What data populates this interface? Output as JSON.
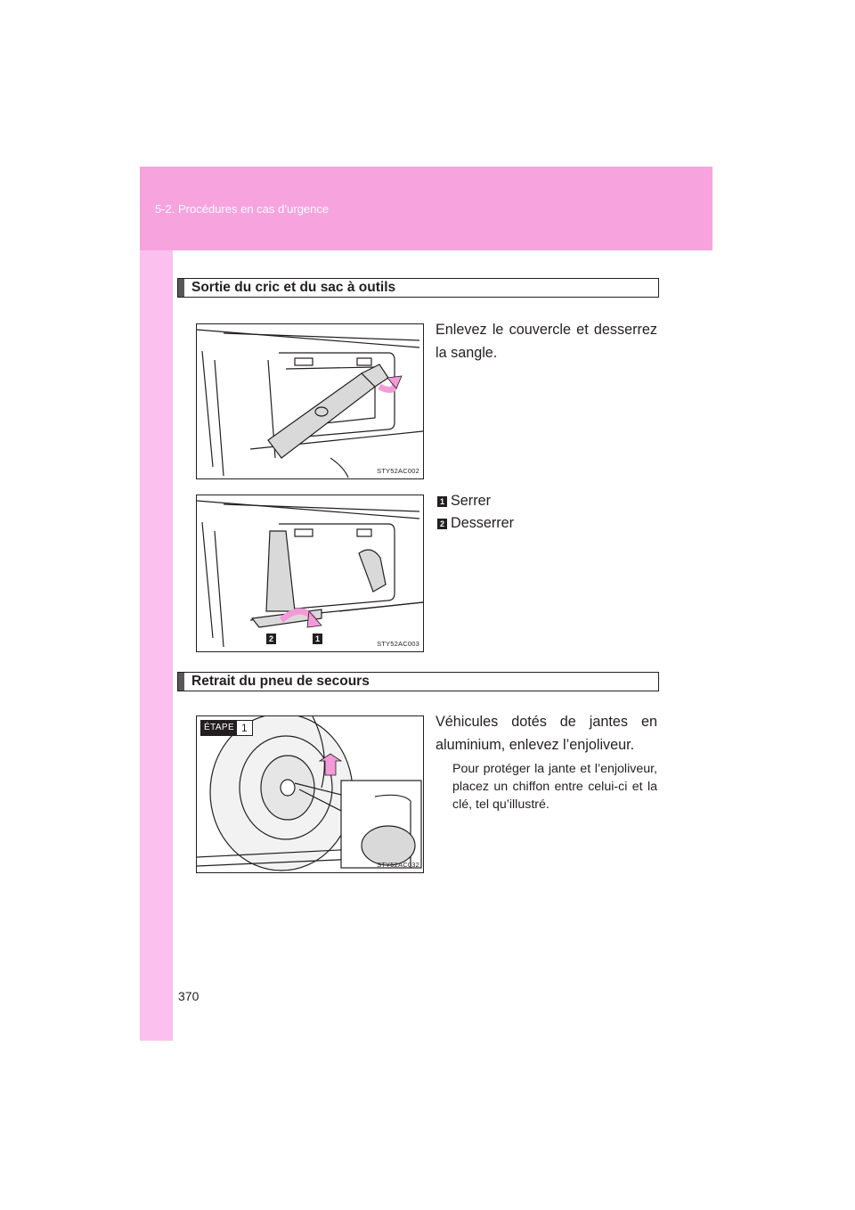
{
  "header": {
    "section": "5-2. Procédures en cas d’urgence"
  },
  "sections": [
    {
      "title": "Sortie du cric et du sac à outils",
      "instruction": "Enlevez le couvercle et desserrez la sangle.",
      "figures": [
        {
          "code": "STY52AC002"
        },
        {
          "code": "STY52AC003",
          "callouts": [
            "2",
            "1"
          ]
        }
      ],
      "legend": [
        {
          "num": "1",
          "label": "Serrer"
        },
        {
          "num": "2",
          "label": "Desserrer"
        }
      ]
    },
    {
      "title": "Retrait du pneu de secours",
      "figure": {
        "code": "STY52AC032",
        "step_label": "ÉTAPE",
        "step_value": "1"
      },
      "instruction": "Véhicules dotés de jantes en aluminium, enlevez l’enjoliveur.",
      "note": "Pour protéger la jante et l’enjoliveur, placez un chiffon entre celui-ci et la clé, tel qu’illustré."
    }
  ],
  "footer": {
    "page_number": "370"
  },
  "colors": {
    "header_band": "#f7a3de",
    "side_band": "#fbc0ee",
    "heading_bar": "#5b5758",
    "arrow": "#f39ad8"
  }
}
